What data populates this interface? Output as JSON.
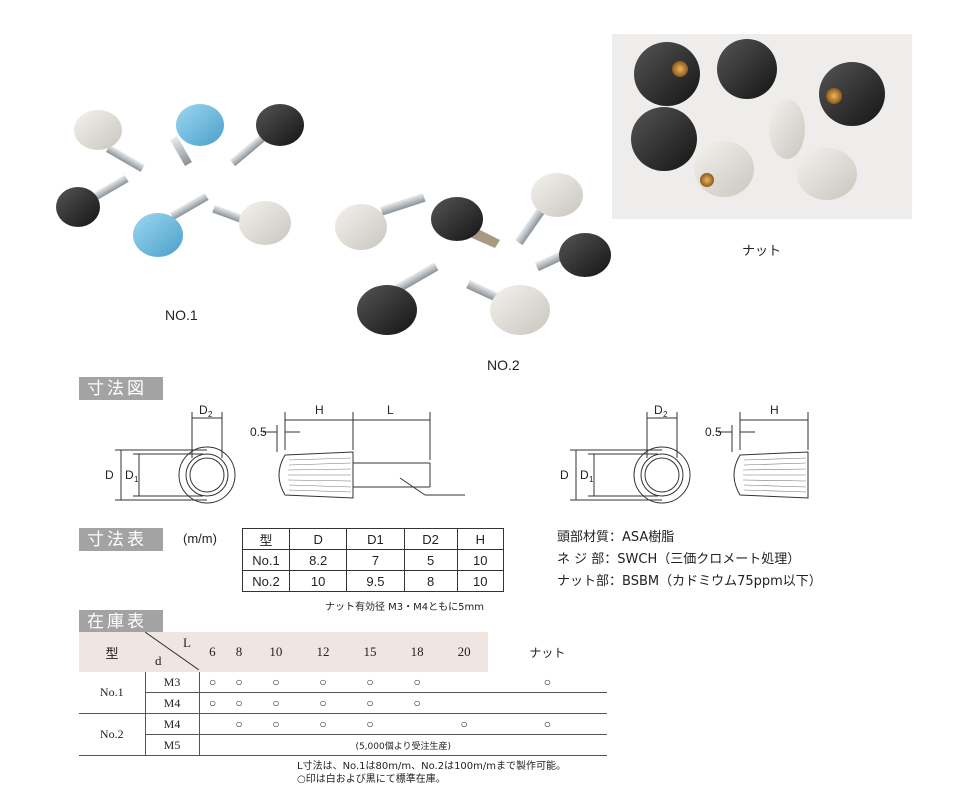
{
  "photos": {
    "no1_label": "NO.1",
    "no2_label": "NO.2",
    "nut_label": "ナット"
  },
  "sections": {
    "dimension_drawing": "寸法図",
    "dimension_table": "寸法表",
    "stock_table": "在庫表"
  },
  "drawing": {
    "labels": {
      "D": "D",
      "D1": "D",
      "D1_sub": "1",
      "D2": "D",
      "D2_sub": "2",
      "H": "H",
      "L": "L",
      "d": "d",
      "gap": "0.5"
    }
  },
  "dim_table": {
    "unit": "(m/m)",
    "headers": [
      "型",
      "D",
      "D1",
      "D2",
      "H"
    ],
    "rows": [
      [
        "No.1",
        "8.2",
        "7",
        "5",
        "10"
      ],
      [
        "No.2",
        "10",
        "9.5",
        "8",
        "10"
      ]
    ],
    "note": "ナット有効径 M3・M4ともに5mm"
  },
  "materials": [
    {
      "label": "頭部材質：",
      "value": "ASA樹脂"
    },
    {
      "label": "ネ ジ 部：",
      "value": "SWCH（三価クロメート処理）"
    },
    {
      "label": "ナット部：",
      "value": "BSBM（カドミウム75ppm以下）"
    }
  ],
  "stock_table": {
    "header_type": "型",
    "header_L": "L",
    "header_d": "d",
    "columns": [
      "6",
      "8",
      "10",
      "12",
      "15",
      "18",
      "20",
      "ナット"
    ],
    "rows": [
      {
        "type": "No.1",
        "d": "M3",
        "cells": [
          "○",
          "○",
          "○",
          "○",
          "○",
          "○",
          "",
          "○"
        ]
      },
      {
        "type": "",
        "d": "M4",
        "cells": [
          "○",
          "○",
          "○",
          "○",
          "○",
          "○",
          "",
          ""
        ]
      },
      {
        "type": "No.2",
        "d": "M4",
        "cells": [
          "",
          "○",
          "○",
          "○",
          "○",
          "",
          "○",
          "○"
        ]
      },
      {
        "type": "",
        "d": "M5",
        "merged": "(5,000個より受注生産)"
      }
    ],
    "notes": [
      "L寸法は、No.1は80m/m、No.2は100m/mまで製作可能。",
      "○印は白および黒にて標準在庫。"
    ]
  }
}
